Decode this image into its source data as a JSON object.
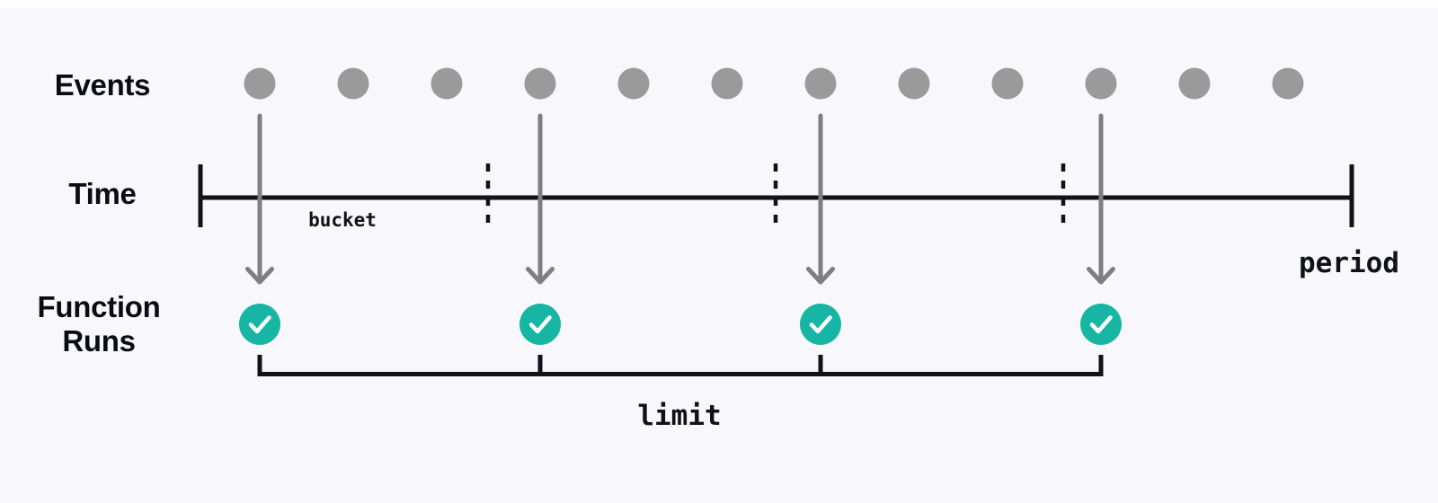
{
  "labels": {
    "events": "Events",
    "time": "Time",
    "function_runs": "Function Runs"
  },
  "annotations": {
    "bucket": "bucket",
    "limit": "limit",
    "period": "period"
  },
  "structure": {
    "event_count": 12,
    "function_run_count": 4,
    "bucket_divider_count": 3
  },
  "colors": {
    "background": "#f8f8fc",
    "top_strip": "#ffffff",
    "text": "#0b0b14",
    "line": "#11111a",
    "event_dot": "#9a9a9a",
    "arrow": "#7f7f7f",
    "function_run": "#17b6a4",
    "check": "#ffffff"
  }
}
